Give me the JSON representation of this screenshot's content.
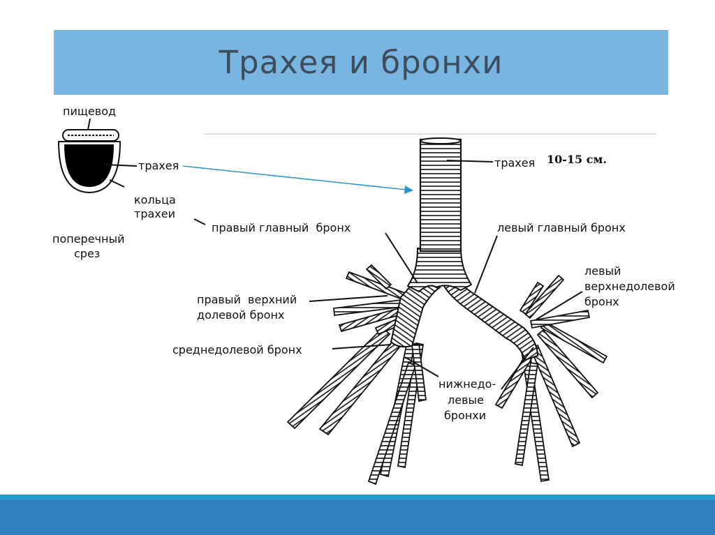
{
  "title": "Трахея и бронхи",
  "cross_section": {
    "esophagus_label": "пищевод",
    "trachea_label": "трахея",
    "rings_label_1": "кольца",
    "rings_label_2": "трахеи",
    "section_label_1": "поперечный",
    "section_label_2": "срез"
  },
  "main_diagram": {
    "trachea_label": "трахея",
    "trachea_length": "10-15 см.",
    "right_main_bronchus": "правый главный  бронх",
    "left_main_bronchus": "левый главный бронх",
    "right_upper_1": "правый  верхний",
    "right_upper_2": "долевой бронх",
    "middle_lobe": "среднедолевой бронх",
    "left_upper_1": "левый",
    "left_upper_2": "верхнедолевой",
    "left_upper_3": "бронх",
    "lower_left_1": "нижнедо-",
    "lower_left_2": "левые",
    "lower_left_3": "бронхи"
  },
  "colors": {
    "title_bar": "#78b5e0",
    "title_text": "#3d4d5c",
    "bottom_bar": "#2f7fc1",
    "bottom_stripe": "#2a99cf",
    "arrow": "#2a93c9"
  }
}
